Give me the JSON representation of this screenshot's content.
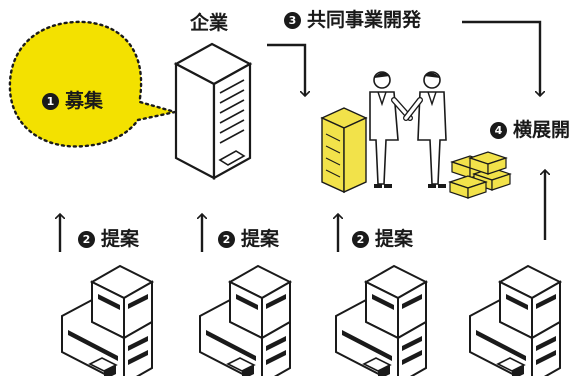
{
  "company_label": "企業",
  "steps": [
    {
      "number": "1",
      "label": "募集"
    },
    {
      "number": "2",
      "label": "提案"
    },
    {
      "number": "3",
      "label": "共同事業開発"
    },
    {
      "number": "4",
      "label": "横展開"
    }
  ],
  "colors": {
    "accent": "#f3e100",
    "ink": "#1a1a1a",
    "building_fill": "#ffffff",
    "yellow_block": "#f2e24a"
  },
  "icons": [
    "office-tower-icon",
    "business-handshake-icon",
    "small-building-icon",
    "up-arrow-icon",
    "elbow-arrow-icon"
  ]
}
